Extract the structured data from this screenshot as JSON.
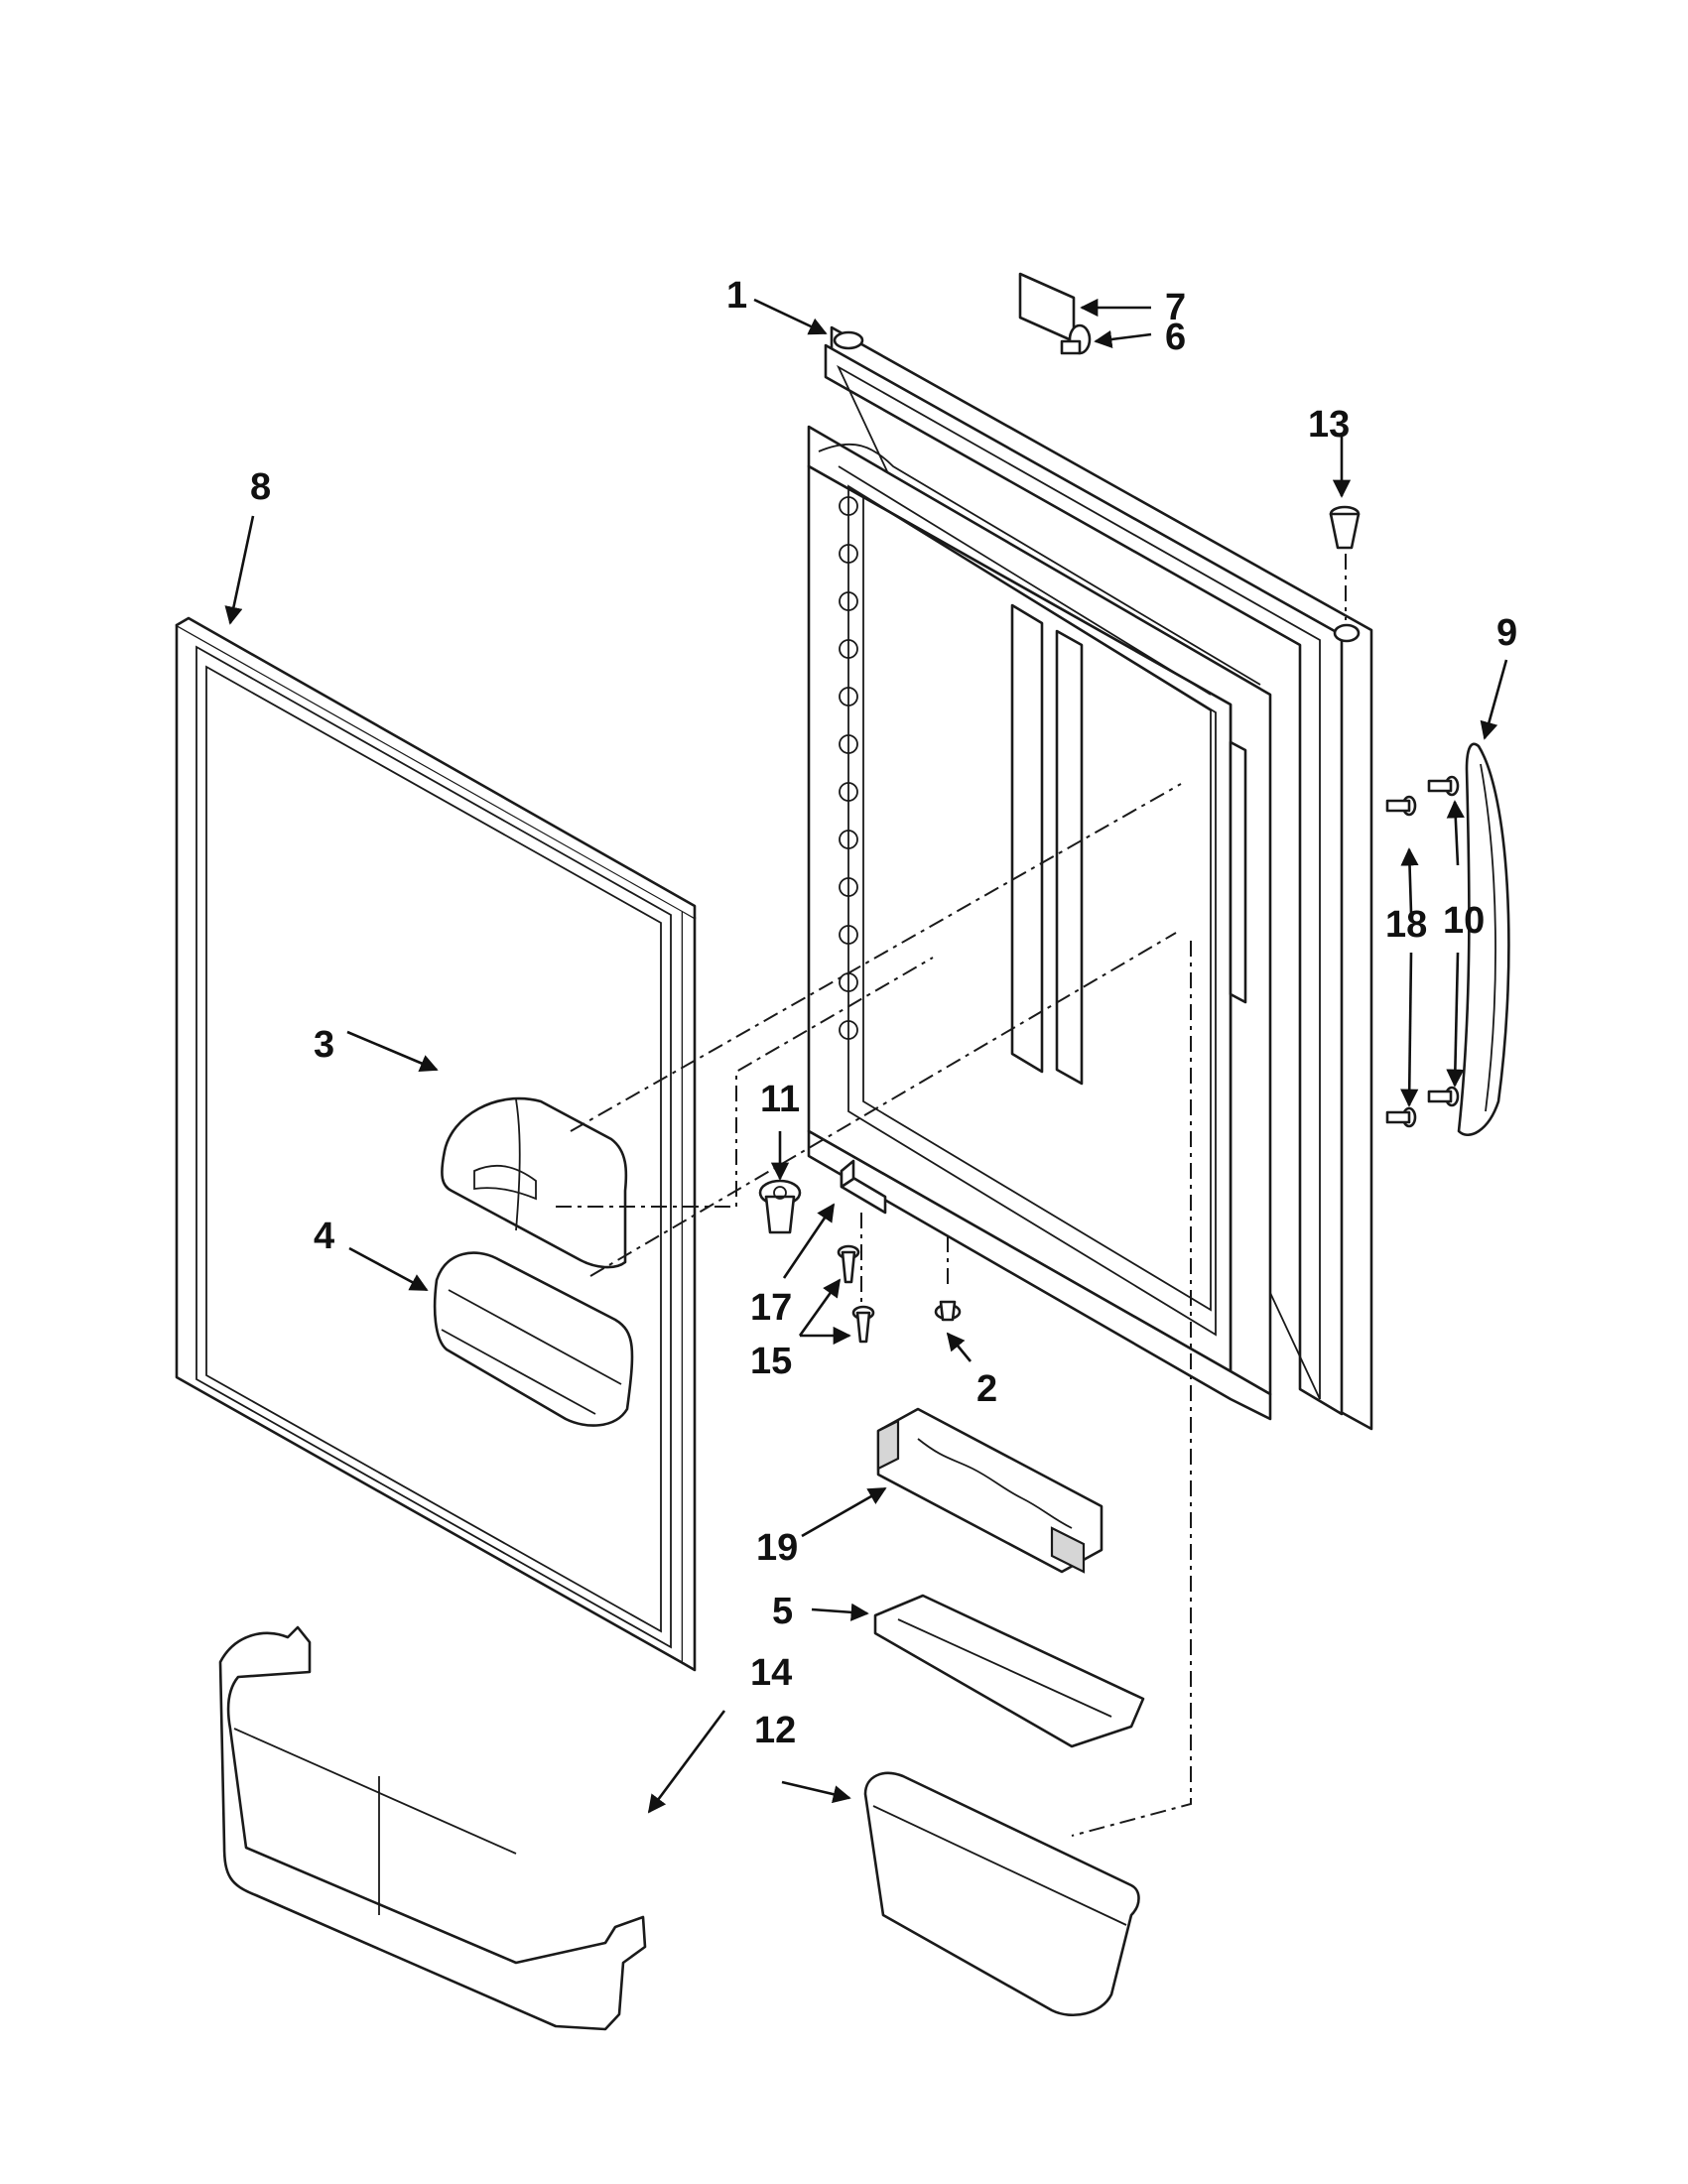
{
  "callouts": {
    "c1": "1",
    "c2": "2",
    "c3": "3",
    "c4": "4",
    "c5": "5",
    "c6": "6",
    "c7": "7",
    "c8": "8",
    "c9": "9",
    "c10": "10",
    "c11": "11",
    "c12": "12",
    "c13": "13",
    "c14": "14",
    "c15": "15",
    "c17": "17",
    "c18": "18",
    "c19": "19"
  }
}
